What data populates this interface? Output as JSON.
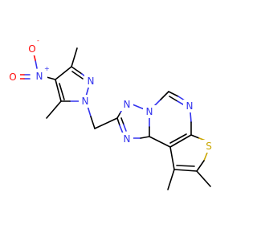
{
  "molecule": {
    "atoms": {
      "nitro_n": "N",
      "nitro_n_charge": "+",
      "nitro_o_top": "O",
      "nitro_o_top_charge": "-",
      "nitro_o_bottom": "O",
      "pyrazole_n1": "N",
      "pyrazole_n2": "N",
      "triazole_n1": "N",
      "triazole_n2": "N",
      "triazole_n3": "N",
      "pyrimidine_n": "N",
      "thiophene_s": "S"
    },
    "colors": {
      "carbon_bond": "#000000",
      "nitrogen": "#3333ee",
      "oxygen": "#ff0d0d",
      "sulfur": "#c9a600"
    }
  }
}
